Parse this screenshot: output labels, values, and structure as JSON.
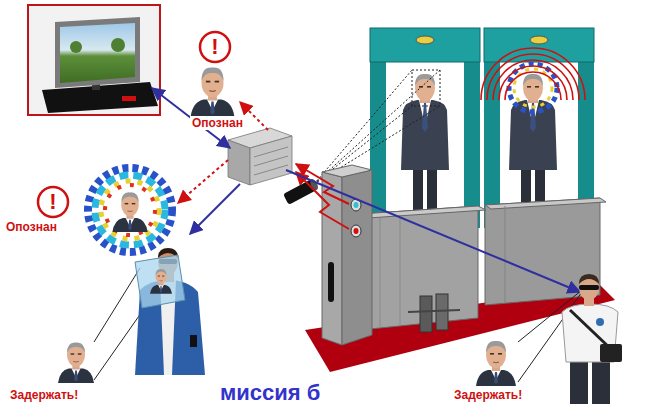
{
  "diagram": {
    "nodes": [
      {
        "text": [
          "!"
        ]
      },
      {
        "text": [
          "!"
        ]
      }
    ],
    "labels": [
      "Опознан",
      "Опознан",
      "Задержать!",
      "Задержать!",
      "миссия б"
    ]
  }
}
